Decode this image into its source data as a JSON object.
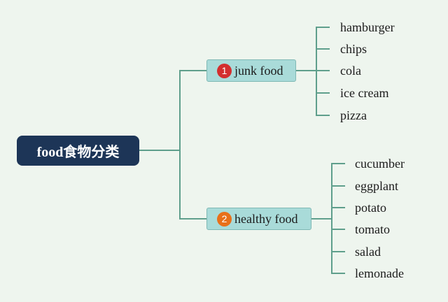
{
  "colors": {
    "background": "#eef5ee",
    "root_fill": "#1d3557",
    "branch_fill": "#a9dbd9",
    "connector": "#5f9f8c",
    "badge_1": "#d32f2f",
    "badge_2": "#e8701a"
  },
  "root": {
    "label": "food食物分类"
  },
  "branches": [
    {
      "badge": "1",
      "label": "junk food",
      "leaves": [
        "hamburger",
        "chips",
        "cola",
        "ice cream",
        "pizza"
      ]
    },
    {
      "badge": "2",
      "label": "healthy food",
      "leaves": [
        "cucumber",
        "eggplant",
        "potato",
        "tomato",
        "salad",
        "lemonade"
      ]
    }
  ]
}
